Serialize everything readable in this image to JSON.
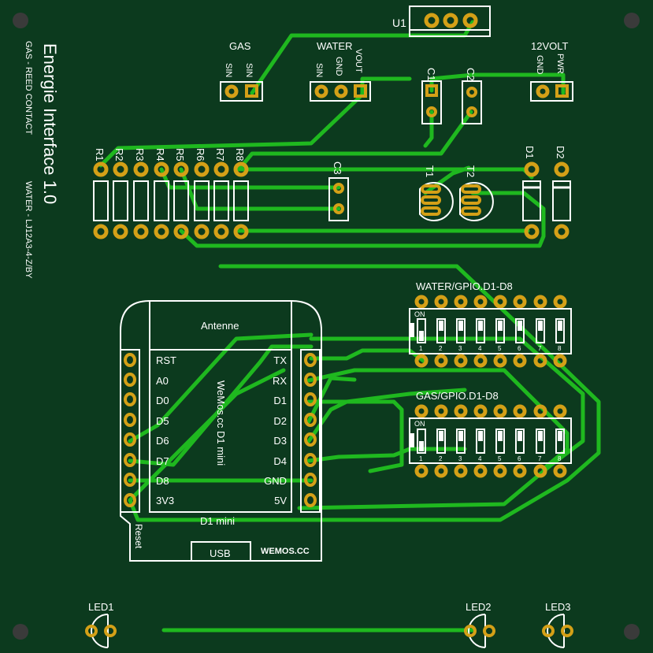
{
  "board": {
    "bg_color": "#0c3a1e",
    "trace_color": "#1fb81f",
    "pad_color": "#d4a017",
    "silk_color": "#ffffff"
  },
  "title": "Energie Interface 1.0",
  "subtitle_gas": "GAS - REED CONTACT",
  "subtitle_water": "WATER - LJ12A3-4-Z/BY",
  "connectors": {
    "u1": "U1",
    "gas": {
      "title": "GAS",
      "pin1": "SIN",
      "pin2": "SIN"
    },
    "water": {
      "title": "WATER",
      "pin1": "SIN",
      "pin2": "GND",
      "pin3": "VOUT"
    },
    "power": {
      "title": "12VOLT",
      "pin1": "GND",
      "pin2": "PWR"
    }
  },
  "caps": [
    "C1",
    "C2",
    "C3"
  ],
  "resistors": [
    "R1",
    "R2",
    "R3",
    "R4",
    "R5",
    "R6",
    "R7",
    "R8"
  ],
  "transistors": [
    "T1",
    "T2"
  ],
  "diodes": [
    "D1",
    "D2"
  ],
  "dip_water": {
    "label": "WATER/GPIO.D1-D8",
    "on": "ON",
    "nums": [
      "1",
      "2",
      "3",
      "4",
      "5",
      "6",
      "7",
      "8"
    ]
  },
  "dip_gas": {
    "label": "GAS/GPIO.D1-D8",
    "on": "ON",
    "nums": [
      "1",
      "2",
      "3",
      "4",
      "5",
      "6",
      "7",
      "8"
    ]
  },
  "wemos": {
    "antenne": "Antenne",
    "name": "WeMos.cc D1 mini",
    "bottom": "D1 mini",
    "reset": "Reset",
    "usb": "USB",
    "brand": "WEMOS.CC",
    "left_pins": [
      "RST",
      "A0",
      "D0",
      "D5",
      "D6",
      "D7",
      "D8",
      "3V3"
    ],
    "right_pins": [
      "TX",
      "RX",
      "D1",
      "D2",
      "D3",
      "D4",
      "GND",
      "5V"
    ]
  },
  "leds": [
    "LED1",
    "LED2",
    "LED3"
  ]
}
